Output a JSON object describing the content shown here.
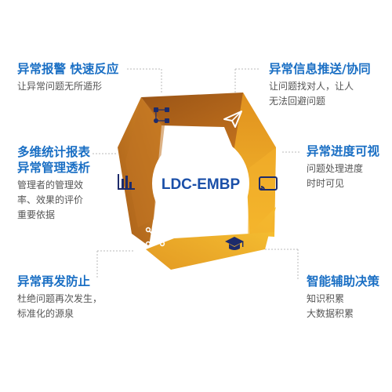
{
  "center_label": "LDC-EMBP",
  "colors": {
    "accent_blue": "#1a6fc4",
    "ring_brown_dark": "#8a4b12",
    "ring_brown": "#b8671c",
    "ring_orange": "#e3901f",
    "ring_gold": "#f5b52a",
    "icon_navy": "#1d2b6b"
  },
  "features": {
    "top_left": {
      "title": "异常报警 快速反应",
      "desc": [
        "让异常问题无所遁形"
      ]
    },
    "top_right": {
      "title": "异常信息推送/协同",
      "desc": [
        "让问题找对人，让人",
        "无法回避问题"
      ]
    },
    "mid_left": {
      "title": [
        "多维统计报表",
        "异常管理透析"
      ],
      "desc": [
        "管理者的管理效",
        "率、效果的评价",
        "重要依据"
      ]
    },
    "mid_right": {
      "title": "异常进度可视",
      "desc": [
        "问题处理进度",
        "时时可见"
      ]
    },
    "bottom_left": {
      "title": "异常再发防止",
      "desc": [
        "杜绝问题再次发生，",
        "标准化的源泉"
      ]
    },
    "bottom_right": {
      "title": "智能辅助决策",
      "desc": [
        "知识积累",
        "大数据积累"
      ]
    }
  },
  "icons": [
    "workflow-icon",
    "paper-plane-icon",
    "cast-screen-icon",
    "graduation-cap-icon",
    "network-people-icon",
    "bar-chart-icon"
  ]
}
